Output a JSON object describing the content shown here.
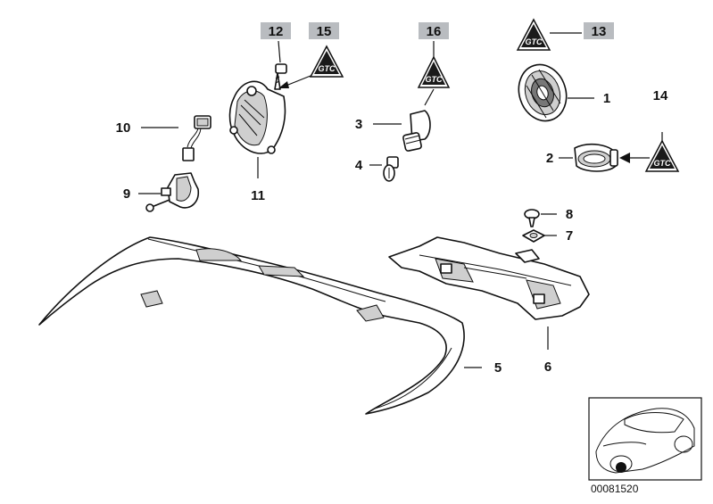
{
  "callouts": {
    "c1": "1",
    "c2": "2",
    "c3": "3",
    "c4": "4",
    "c5": "5",
    "c6": "6",
    "c7": "7",
    "c8": "8",
    "c9": "9",
    "c10": "10",
    "c11": "11",
    "c12": "12",
    "c13": "13",
    "c14": "14",
    "c15": "15",
    "c16": "16"
  },
  "triangle_symbol": "GTC",
  "inset": {
    "reference": "00081520"
  },
  "colors": {
    "label_box": "#b9bcc0",
    "line": "#111111",
    "triangle": "#1a1a1a"
  }
}
